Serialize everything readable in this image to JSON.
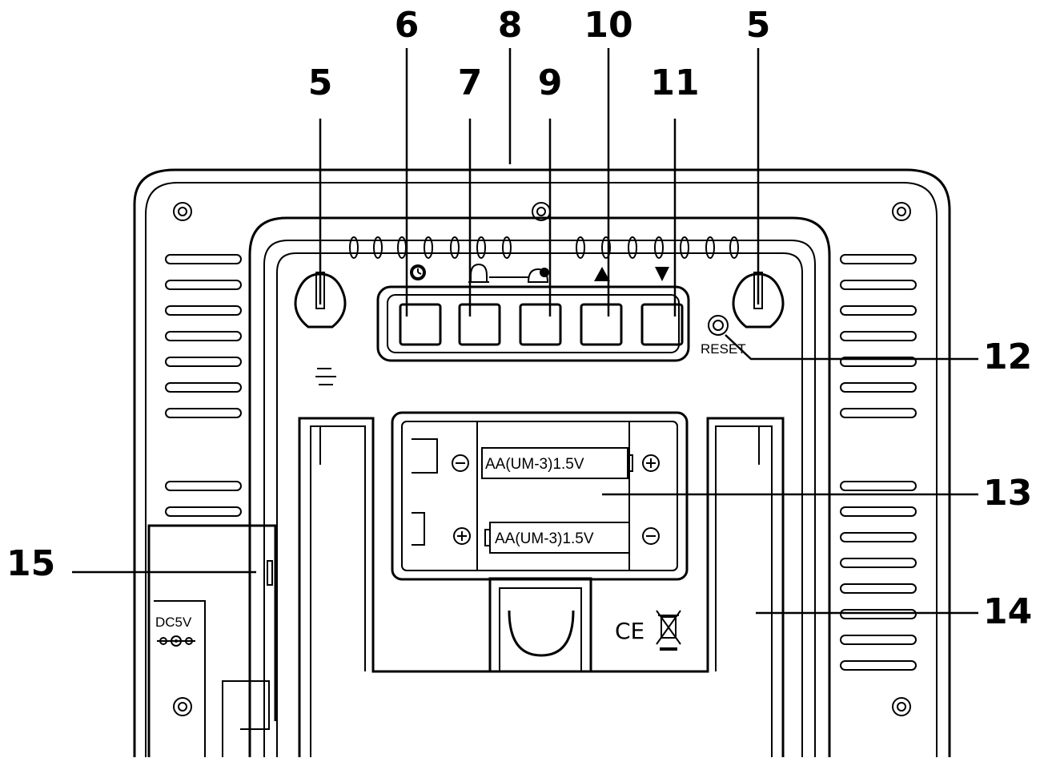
{
  "callouts": {
    "hook_left": "5",
    "button_clock": "6",
    "button_alarm": "7",
    "sensor_top": "8",
    "button_snooze": "9",
    "button_up": "10",
    "hook_right": "5",
    "button_down": "11",
    "reset": "12",
    "battery_compartment": "13",
    "stand": "14",
    "dc_socket": "15"
  },
  "printed_labels": {
    "reset": "RESET",
    "battery_top": "AA(UM-3)1.5V",
    "battery_bottom": "AA(UM-3)1.5V",
    "dc_input": "DC5V",
    "ce_mark": "CE"
  },
  "icons": {
    "button_6": "clock-icon",
    "button_7": "bell-icon",
    "button_9": "snooze-icon",
    "button_10": "up-triangle-icon",
    "button_11": "down-triangle-icon",
    "weee": "crossed-bin-icon"
  },
  "colors": {
    "ink": "#000000",
    "paper": "#ffffff"
  }
}
